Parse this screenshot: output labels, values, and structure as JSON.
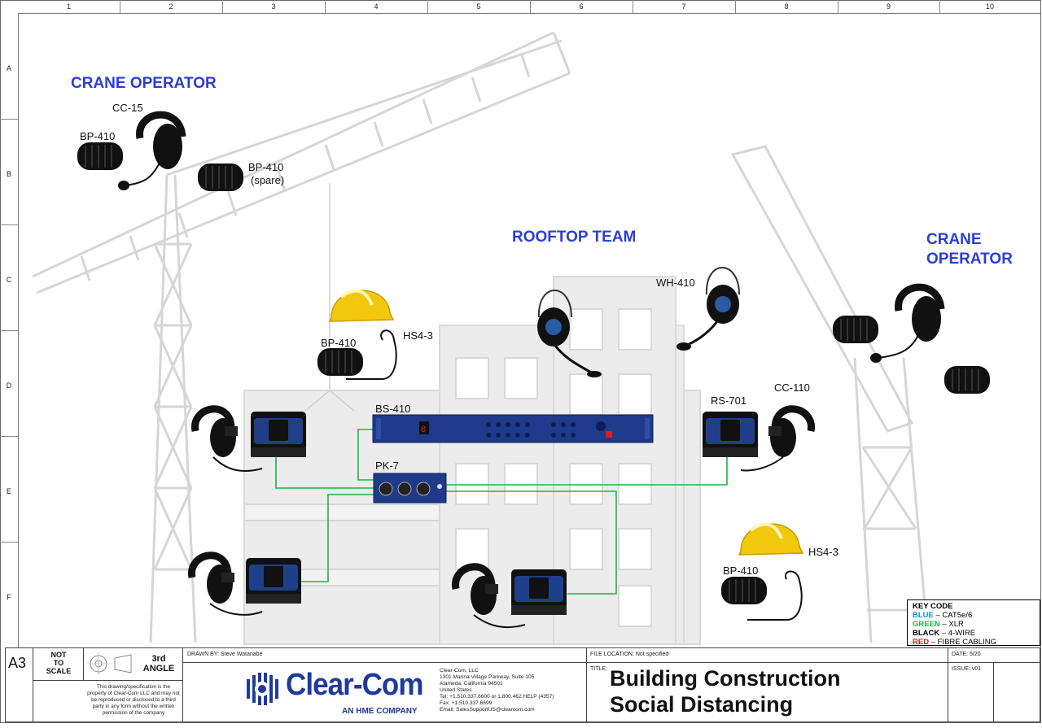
{
  "columns": [
    "1",
    "2",
    "3",
    "4",
    "5",
    "6",
    "7",
    "8",
    "9",
    "10"
  ],
  "rows": [
    "A",
    "B",
    "C",
    "D",
    "E",
    "F"
  ],
  "teams": {
    "crane_left": "CRANE OPERATOR",
    "rooftop": "ROOFTOP TEAM",
    "crane_right_1": "CRANE",
    "crane_right_2": "OPERATOR"
  },
  "devices": {
    "cc15": "CC-15",
    "bp410_a": "BP-410",
    "bp410_spare_1": "BP-410",
    "bp410_spare_2": "(spare)",
    "bp410_b": "BP-410",
    "hs43_a": "HS4-3",
    "wh410": "WH-410",
    "cc110": "CC-110",
    "bs410": "BS-410",
    "rs701": "RS-701",
    "pk7": "PK-7",
    "hs43_b": "HS4-3",
    "bp410_c": "BP-410"
  },
  "key": {
    "title": "KEY CODE",
    "items": [
      {
        "name": "BLUE",
        "desc": " – CAT5e/6",
        "color": "#1a8fc6"
      },
      {
        "name": "GREEN",
        "desc": " – XLR",
        "color": "#1db34a"
      },
      {
        "name": "BLACK",
        "desc": " – 4-WIRE",
        "color": "#000000"
      },
      {
        "name": "RED",
        "desc": " – FIBRE CABLING",
        "color": "#e01b1b"
      }
    ]
  },
  "colors": {
    "xlr_line": "#1db34a",
    "team_blue": "#2b3fd1",
    "device_blue": "#1f3a8a"
  },
  "titleblock": {
    "size": "A3",
    "not_to_scale_1": "NOT",
    "not_to_scale_2": "TO",
    "not_to_scale_3": "SCALE",
    "angle_1": "3rd",
    "angle_2": "ANGLE",
    "copyright": "This drawing/specification is the property of Clear-Com LLC and may not be reproduced or disclosed to a third party in any form without the written permission of the company",
    "drawn_by": "DRAWN BY:  Steve Watanabe",
    "logo": "Clear-Com",
    "logo_sub": "AN HME COMPANY",
    "address": [
      "Clear-Com, LLC",
      "1301 Marina Village Parkway, Suite 105",
      "Alameda, California 94501",
      "United States",
      "Tel: +1.510.337.6600 or 1.800.462.HELP (4357)",
      "Fax: +1.510.337.6699",
      "Email: SalesSupportUS@clearcom.com"
    ],
    "file_location": "FILE LOCATION: Not specified",
    "title_label": "TITLE:",
    "title_1": "Building Construction",
    "title_2": "Social Distancing",
    "date": "DATE: 5/20",
    "issue": "ISSUE: v01"
  }
}
